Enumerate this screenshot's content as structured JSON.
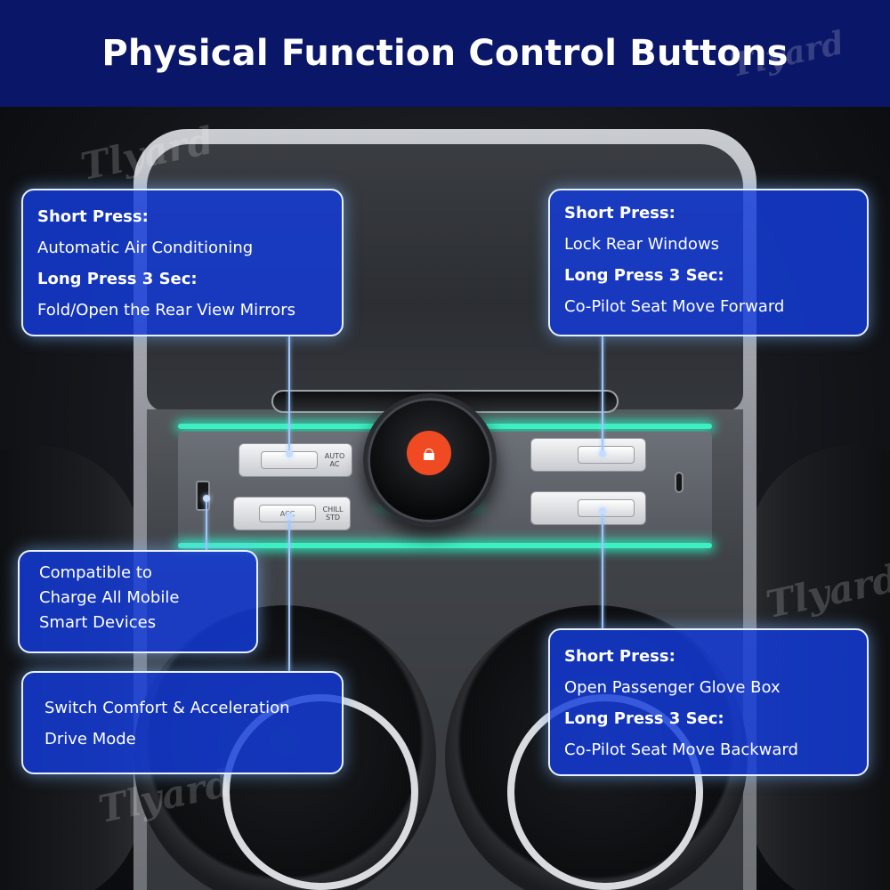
{
  "header": {
    "title": "Physical Function Control Buttons"
  },
  "watermark": {
    "text": "Tlyard"
  },
  "buttons": {
    "auto_ac_label": "AUTO AC",
    "chill_std_label": "CHILL STD",
    "acc_label": "ACC",
    "knob_icon": "lock-icon"
  },
  "callouts": {
    "air_conditioning": {
      "short_press_label": "Short Press:",
      "short_press_action": "Automatic Air Conditioning",
      "long_press_label": "Long Press 3 Sec:",
      "long_press_action": "Fold/Open the Rear View Mirrors"
    },
    "rear_windows": {
      "short_press_label": "Short Press:",
      "short_press_action": "Lock Rear Windows",
      "long_press_label": "Long Press 3 Sec:",
      "long_press_action": "Co-Pilot Seat Move Forward"
    },
    "charging": {
      "line1": "Compatible to",
      "line2": "Charge All Mobile",
      "line3": "Smart Devices"
    },
    "drive_mode": {
      "line1": "Switch Comfort & Acceleration",
      "line2": "Drive Mode"
    },
    "glove_box": {
      "short_press_label": "Short Press:",
      "short_press_action": "Open Passenger Glove Box",
      "long_press_label": "Long Press 3 Sec:",
      "long_press_action": "Co-Pilot Seat Move Backward"
    }
  },
  "colors": {
    "header_bg": "#0a1668",
    "callout_bg": "#143cdc",
    "ambient_glow": "#3df0c4",
    "knob_accent": "#f04a22"
  }
}
